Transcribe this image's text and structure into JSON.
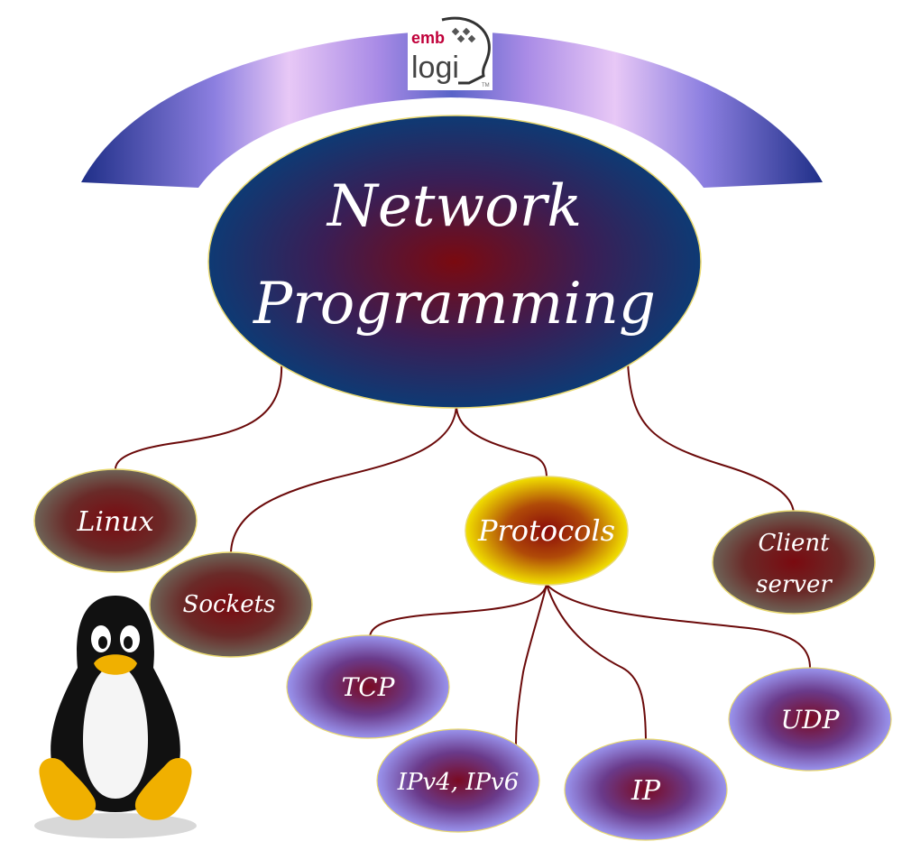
{
  "logo": {
    "line1": "emb",
    "line2": "logi",
    "mark": "TM"
  },
  "title": {
    "line1": "Network",
    "line2": "Programming"
  },
  "nodes": {
    "linux": "Linux",
    "sockets": "Sockets",
    "protocols": "Protocols",
    "client_server": {
      "line1": "Client",
      "line2": "server"
    },
    "tcp": "TCP",
    "ipv4_ipv6": "IPv4, IPv6",
    "ip": "IP",
    "udp": "UDP"
  },
  "colors": {
    "arc_dark": "#2a2f8a",
    "arc_light": "#e9c9f7",
    "title_edge": "#0e3a74",
    "title_center": "#7a0a10",
    "maroon_center": "#7a0a10",
    "maroon_edge": "#6b5e54",
    "protocol_edge": "#f2e100",
    "protocol_center": "#8a0a0a",
    "purple_edge": "#8f8ae8",
    "purple_center": "#7a0a22",
    "connector": "#6b0a0a",
    "text": "#ffffff"
  },
  "icons": {
    "mascot": "linux-penguin-icon",
    "brand": "head-logo-icon"
  }
}
